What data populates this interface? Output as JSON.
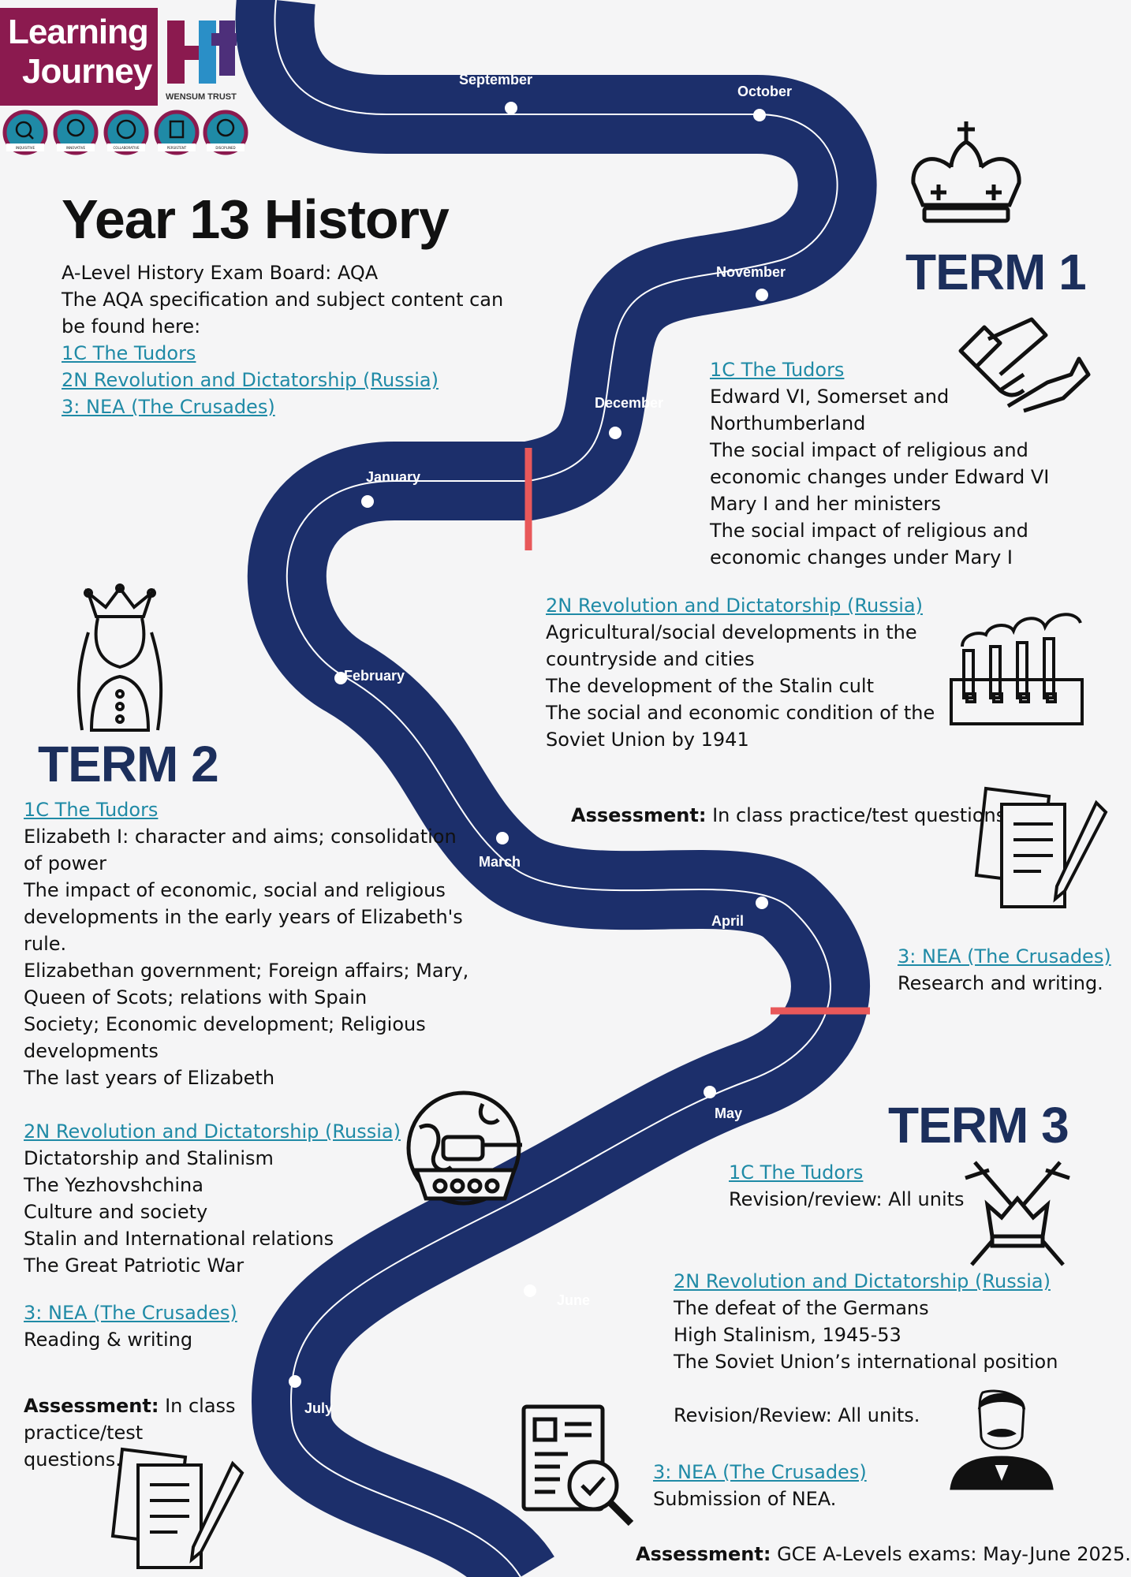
{
  "logo": {
    "line1": "Learning",
    "line2": "Journey",
    "trust_name": "WENSUM TRUST",
    "badges": [
      "INQUISITIVE",
      "INNOVATIVE",
      "COLLABORATIVE",
      "PERSISTENT",
      "DISCIPLINED"
    ]
  },
  "header": {
    "title": "Year 13 History",
    "exam_board": "A-Level History Exam Board: AQA",
    "spec_line1": "The AQA specification and subject content can",
    "spec_line2": "be found here:",
    "links": [
      "1C The Tudors",
      "2N Revolution and Dictatorship (Russia)",
      "3: NEA (The Crusades)"
    ]
  },
  "months": [
    "September",
    "October",
    "November",
    "December",
    "January",
    "February",
    "March",
    "April",
    "May",
    "June",
    "July"
  ],
  "terms": {
    "term1": "TERM 1",
    "term2": "TERM 2",
    "term3": "TERM 3"
  },
  "term1": {
    "tudors_title": "1C The Tudors",
    "tudors_items": [
      "Edward VI, Somerset and",
      "Northumberland",
      "The social impact of religious and",
      "economic changes under Edward VI",
      "Mary I and her ministers",
      "The social impact of religious and",
      "economic changes under Mary I"
    ],
    "russia_title": "2N Revolution and Dictatorship (Russia)",
    "russia_items": [
      "Agricultural/social developments in the",
      "countryside and cities",
      "The development of the Stalin cult",
      "The social and economic condition of the",
      "Soviet Union by 1941"
    ],
    "assessment_label": "Assessment:",
    "assessment_text": " In class practice/test questions."
  },
  "term2": {
    "tudors_title": "1C The Tudors",
    "tudors_items": [
      "Elizabeth I: character and aims; consolidation",
      "of power",
      "The impact of economic, social and religious",
      "developments in the early years of Elizabeth's",
      "rule.",
      "Elizabethan government; Foreign affairs; Mary,",
      "Queen of Scots; relations with Spain",
      "Society; Economic development; Religious",
      "developments",
      "The last years of Elizabeth"
    ],
    "russia_title": "2N Revolution and Dictatorship (Russia)",
    "russia_items": [
      "Dictatorship and Stalinism",
      "The Yezhovshchina",
      "Culture and society",
      "Stalin and International relations",
      "The Great Patriotic War"
    ],
    "nea_title": "3: NEA (The Crusades)",
    "nea_text": "Reading & writing",
    "nea_right_title": "3: NEA (The Crusades)",
    "nea_right_text": "Research and writing.",
    "assessment_label": "Assessment:",
    "assessment_line1": " In class",
    "assessment_line2": "practice/test",
    "assessment_line3": "questions."
  },
  "term3": {
    "tudors_title": "1C The Tudors",
    "tudors_text": "Revision/review: All units",
    "russia_title": "2N Revolution and Dictatorship (Russia)",
    "russia_items": [
      "The defeat of the Germans",
      "High Stalinism, 1945-53",
      "The Soviet Union’s international position"
    ],
    "revision": "Revision/Review: All units.",
    "nea_title": "3: NEA (The Crusades)",
    "nea_text": "Submission of NEA.",
    "assessment_label": "Assessment:",
    "assessment_text": " GCE A-Levels exams: May-June 2025."
  },
  "colors": {
    "road": "#1c2f6b",
    "logo": "#8b1a4f",
    "link": "#1f8aa6",
    "term": "#1c2f5c",
    "divider": "#e8585a"
  }
}
